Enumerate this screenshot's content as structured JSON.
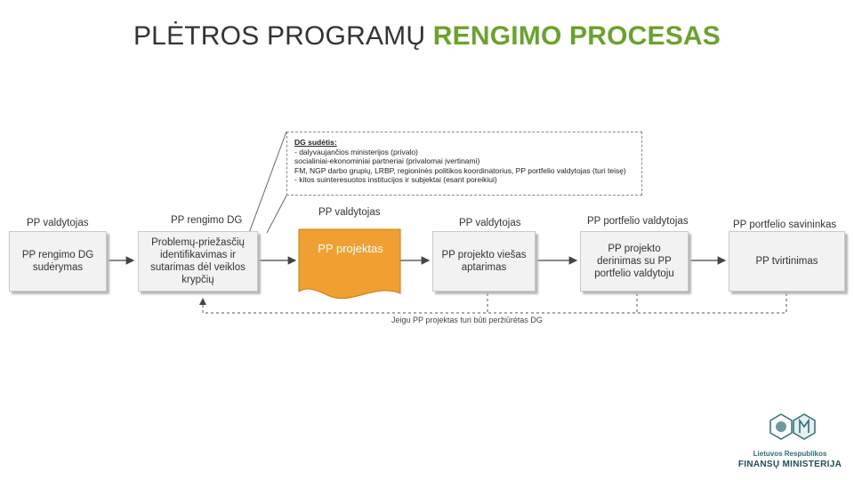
{
  "title": {
    "part1": "PLĖTROS PROGRAMŲ ",
    "part2": "RENGIMO PROCESAS"
  },
  "note": {
    "heading": "DG sudėtis:",
    "lines": [
      "- dalyvaujančios ministerijos (privalo)",
      "  socialiniai-ekonominiai partneriai (privalomai įvertinami)",
      "  FM, NGP darbo grupių, LRBP, regioninės politikos koordinatorius, PP portfelio valdytojas (turi teisę)",
      "- kitos suinteresuotos institucijos ir subjektai (esant poreikiui)"
    ]
  },
  "flow": {
    "roles": [
      "PP valdytojas",
      "PP rengimo DG",
      "PP valdytojas",
      "PP valdytojas",
      "PP portfelio valdytojas",
      "PP portfelio savininkas"
    ],
    "steps": [
      "PP rengimo DG sudėrymas",
      "Problemų-priežasčių identifikavimas ir sutarimas dėl veiklos krypčių",
      "PP projektas",
      "PP projekto viešas aptarimas",
      "PP projekto derinimas su PP portfelio valdytoju",
      "PP tvirtinimas"
    ],
    "loop_label": "Jeigu PP projektas turi būti peržiūrėtas DG"
  },
  "colors": {
    "doc_fill": "#f0a030",
    "doc_stroke": "#c97a10",
    "title_accent": "#6aa32b",
    "logo": "#2f6f78"
  },
  "logo": {
    "line1": "Lietuvos Respublikos",
    "line2": "FINANSŲ MINISTERIJA"
  }
}
